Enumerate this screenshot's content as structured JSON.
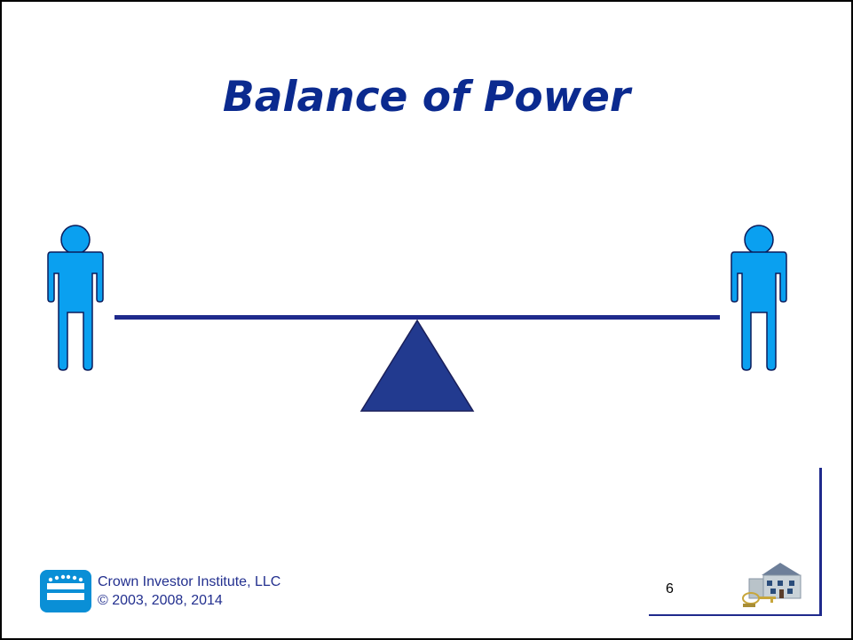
{
  "slide": {
    "title": "Balance of Power",
    "page_number": "6"
  },
  "footer": {
    "company": "Crown Investor Institute, LLC",
    "copyright": "© 2003, 2008, 2014"
  },
  "icons": {
    "left_person": "person-icon",
    "right_person": "person-icon",
    "fulcrum": "triangle-fulcrum",
    "logo": "crown-logo",
    "house": "house-with-keys"
  },
  "colors": {
    "title": "#0b2a8f",
    "person_fill": "#0aa0f0",
    "person_stroke": "#0b1c5c",
    "beam": "#1f2a8c",
    "fulcrum": "#223a8f",
    "footer_text": "#23308f",
    "border": "#000000"
  }
}
